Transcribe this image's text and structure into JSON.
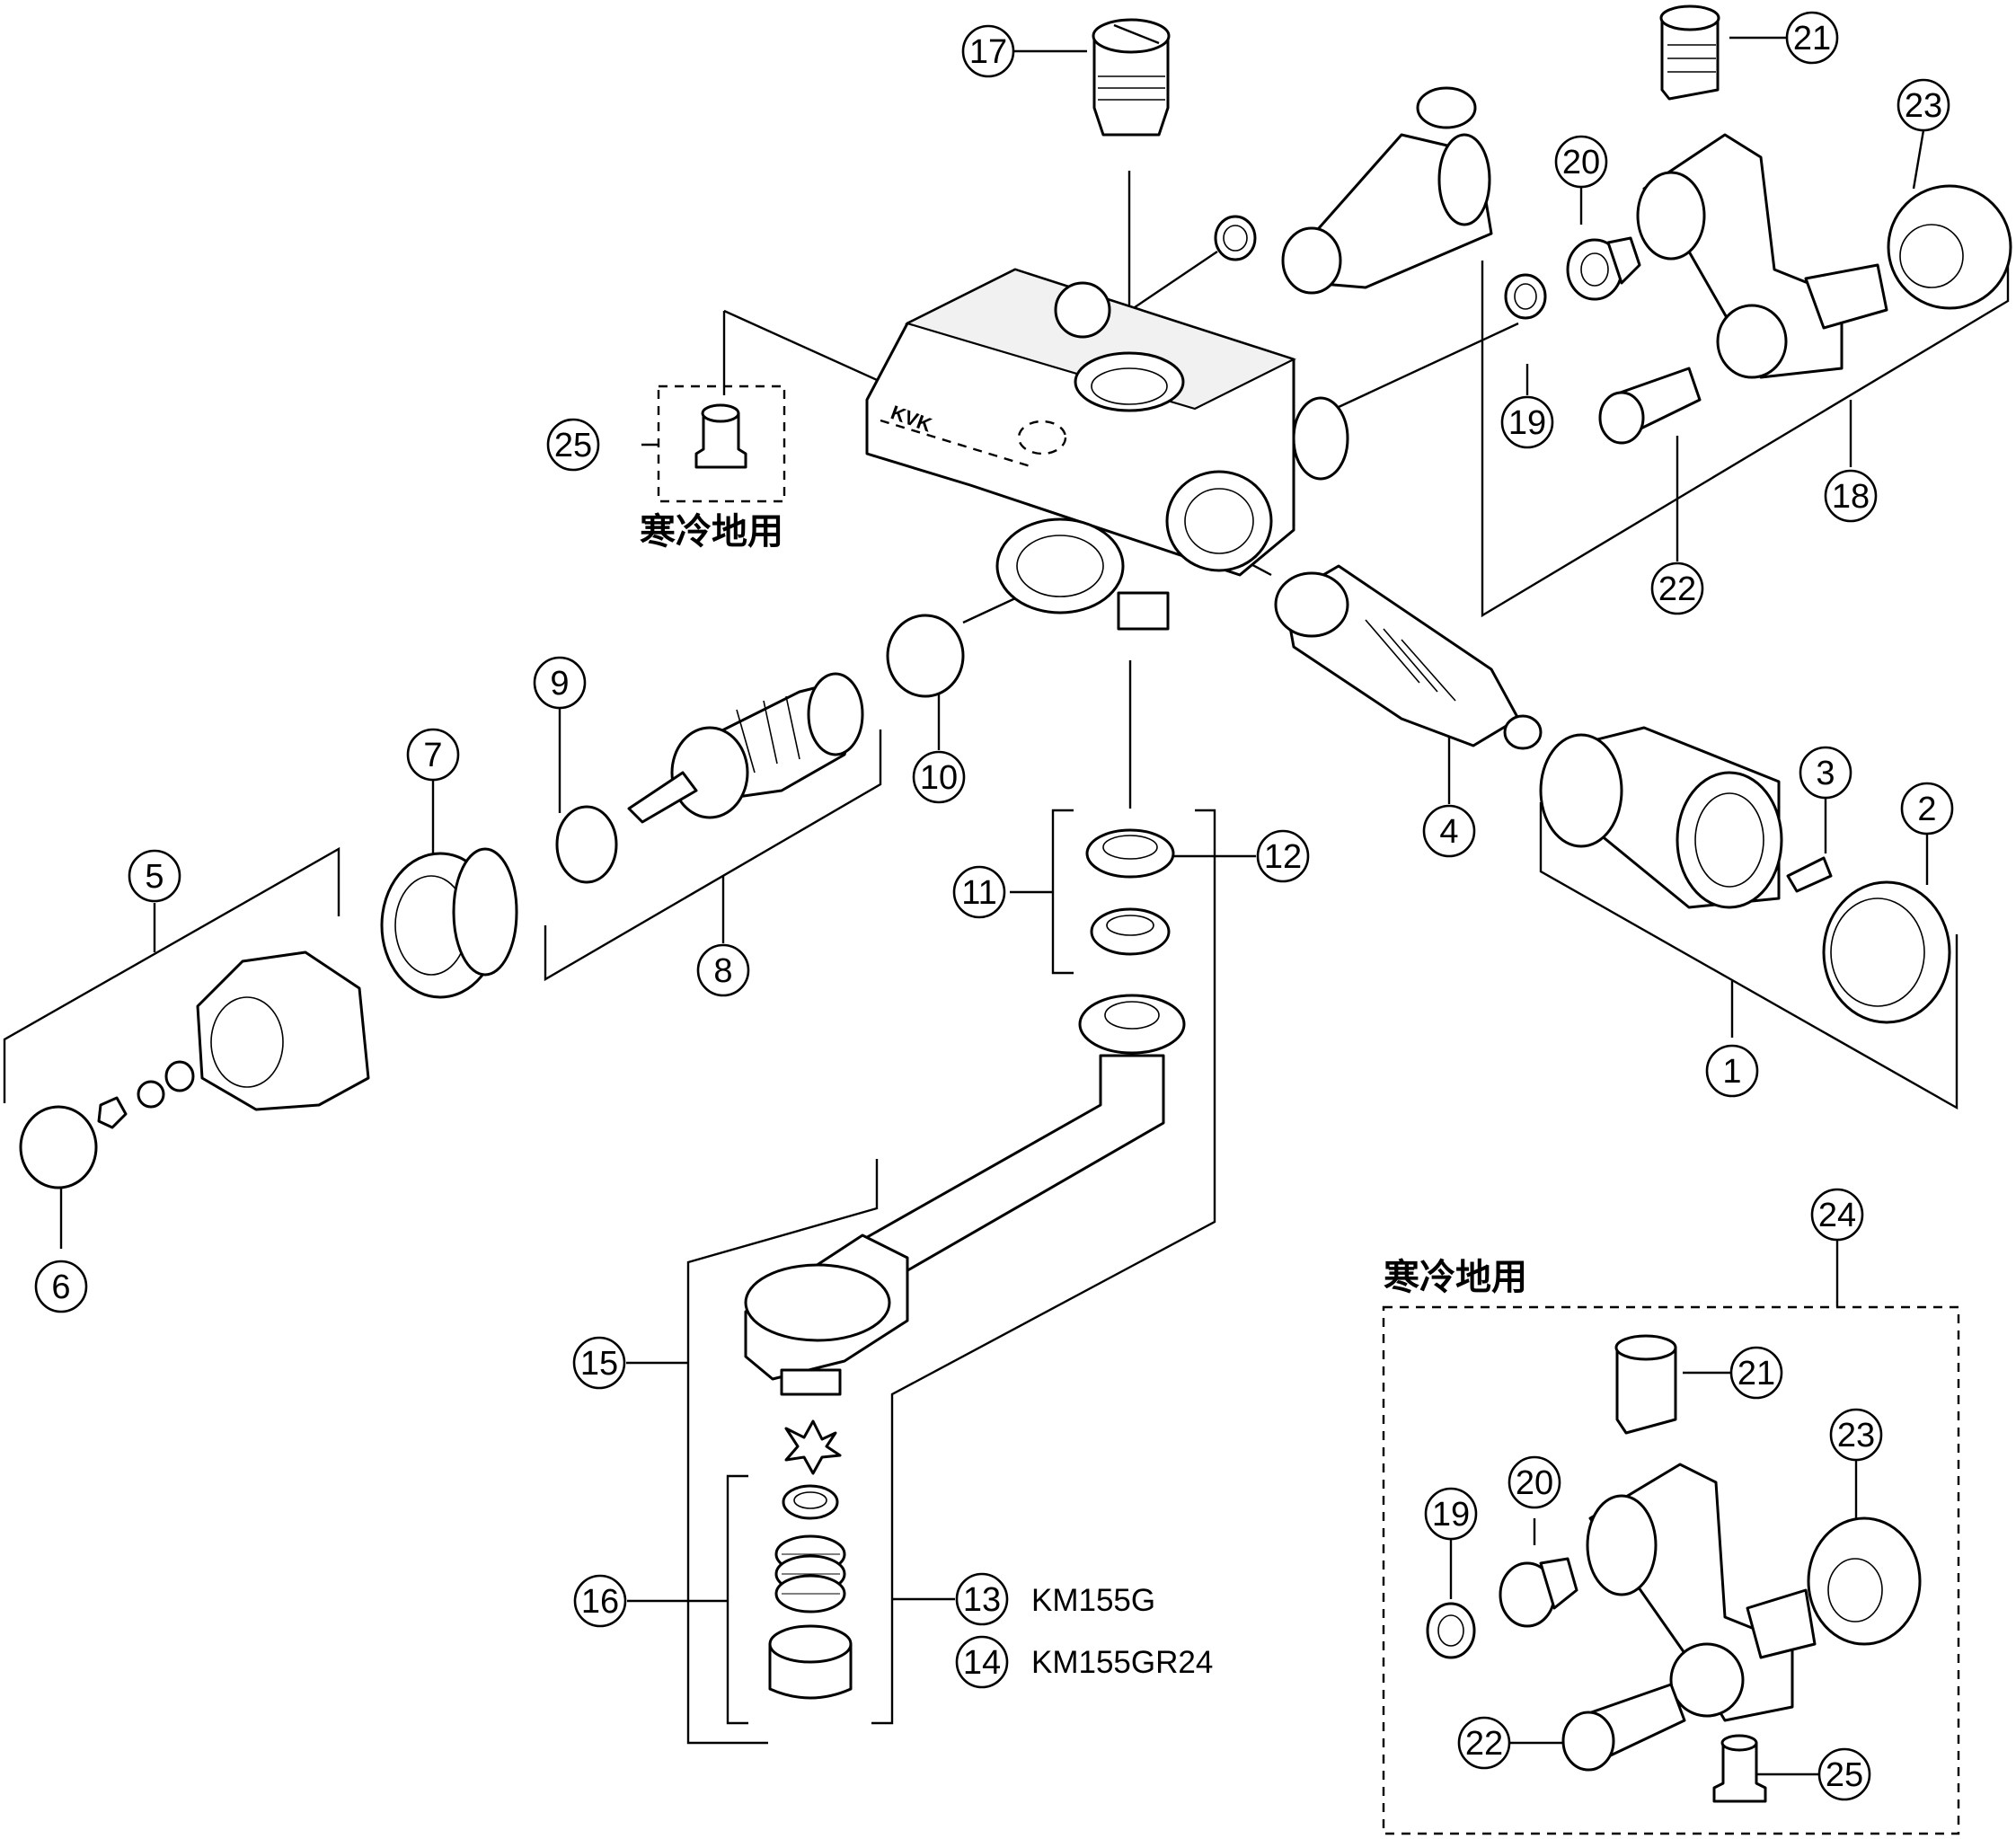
{
  "labels": {
    "n1": "1",
    "n2": "2",
    "n3": "3",
    "n4": "4",
    "n5": "5",
    "n6": "6",
    "n7": "7",
    "n8": "8",
    "n9": "9",
    "n10": "10",
    "n11": "11",
    "n12": "12",
    "n13": "13",
    "n14": "14",
    "n15": "15",
    "n16": "16",
    "n17": "17",
    "n18": "18",
    "n19": "19",
    "n20": "20",
    "n21": "21",
    "n22": "22",
    "n23": "23",
    "n24": "24",
    "n25": "25"
  },
  "notes": {
    "cold_region_top": "寒冷地用",
    "cold_region_box": "寒冷地用"
  },
  "models": {
    "m13": "KM155G",
    "m14": "KM155GR24"
  },
  "brand_mark": "KVK"
}
